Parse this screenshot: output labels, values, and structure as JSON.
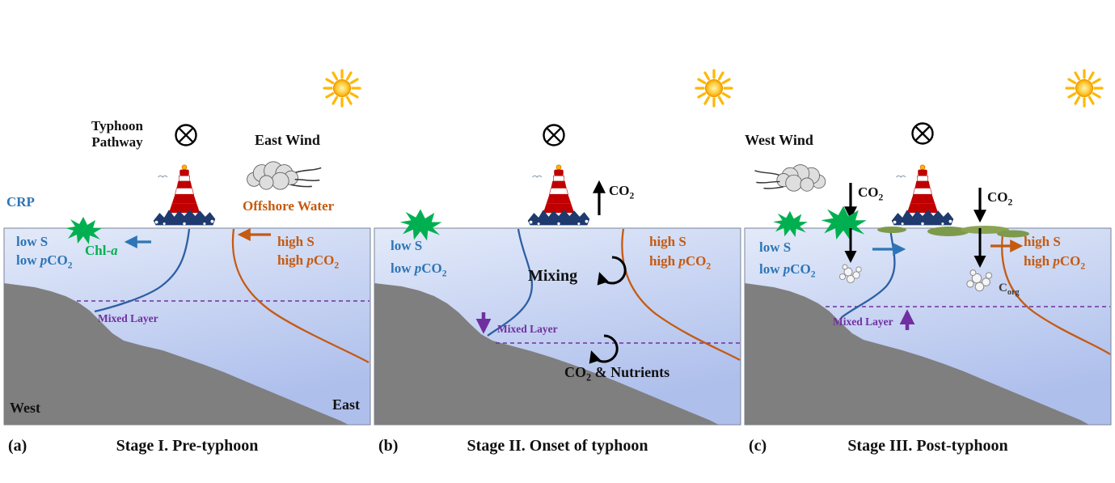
{
  "colors": {
    "coastal_blue": "#2e75b6",
    "offshore_orange": "#c55a11",
    "chlorophyll_green": "#00b050",
    "mixed_layer_purple": "#7030a0",
    "seafloor_gray": "#7f7f7f",
    "water_top": "#e3eaf9",
    "water_bottom": "#aebfec"
  },
  "shared": {
    "low": "low",
    "high": "high",
    "salinity": "S",
    "p_italic": "p",
    "co": "CO",
    "sub_two": "2",
    "mixed_layer": "Mixed Layer",
    "nutrients_suffix": "& Nutrients"
  },
  "panel_a": {
    "caption_tag": "(a)",
    "caption": "Stage I. Pre-typhoon",
    "typhoon_pathway_line1": "Typhoon",
    "typhoon_pathway_line2": "Pathway",
    "east_wind": "East Wind",
    "crp": "CRP",
    "offshore_water": "Offshore Water",
    "chl_prefix": "Chl-",
    "chl_a_italic": "a",
    "west": "West",
    "east": "East"
  },
  "panel_b": {
    "caption_tag": "(b)",
    "caption": "Stage II. Onset of typhoon",
    "mixing": "Mixing"
  },
  "panel_c": {
    "caption_tag": "(c)",
    "caption": "Stage III. Post-typhoon",
    "west_wind": "West Wind",
    "c_org_main": "C",
    "c_org_sub": "org"
  }
}
